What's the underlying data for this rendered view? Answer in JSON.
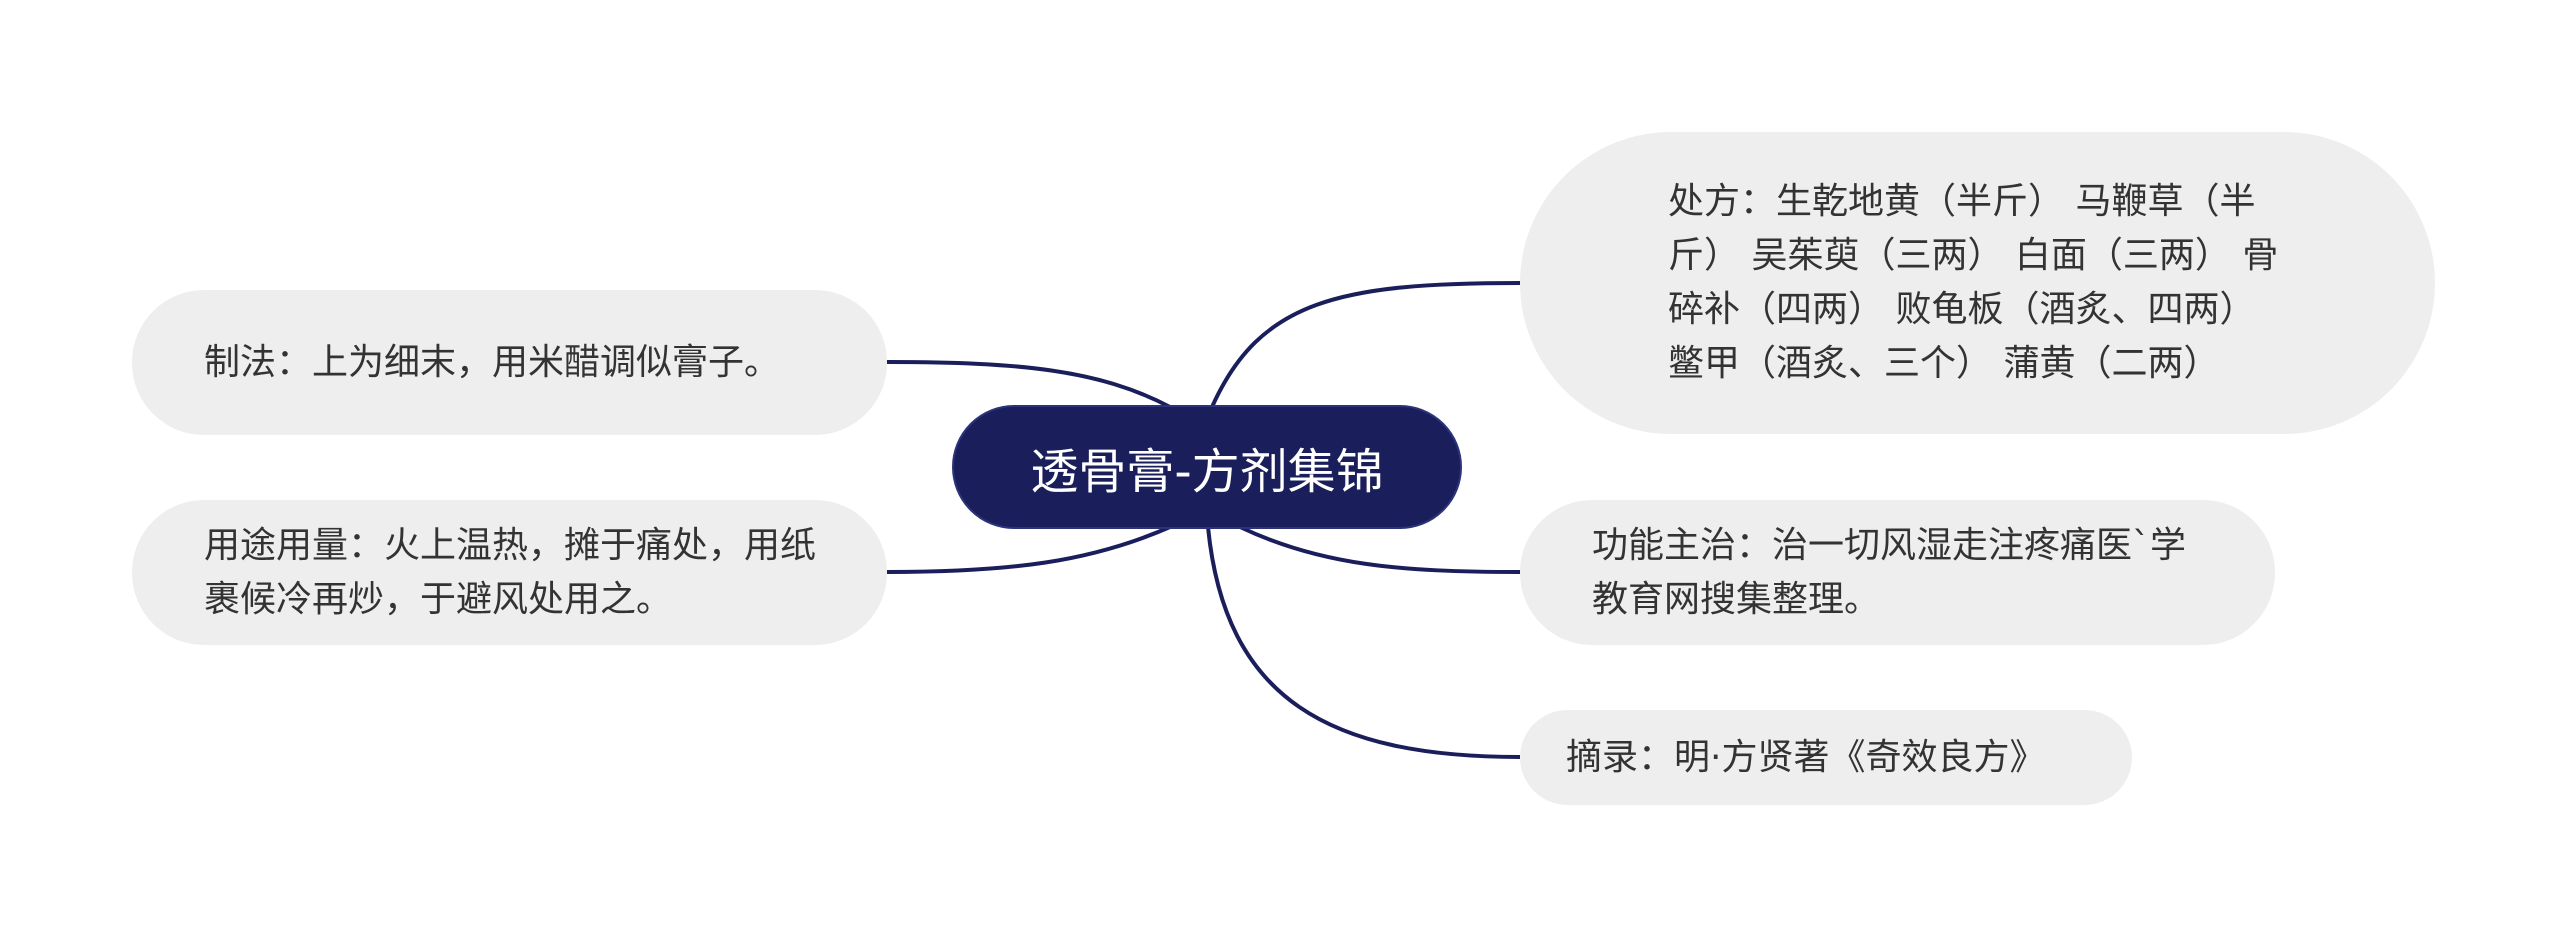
{
  "colors": {
    "root_fill": "#1a1f5c",
    "connector": "#1a1f5c",
    "node_fill": "#eeeeee",
    "node_text": "#333333"
  },
  "root": {
    "label": "透骨膏-方剂集锦"
  },
  "branches": {
    "zhifa": "制法：上为细末，用米醋调似膏子。",
    "yongtu": "用途用量：火上温热，摊于痛处，用纸裹候冷再炒，于避风处用之。",
    "chufang": "处方：生乾地黄（半斤） 马鞭草（半斤） 吴茱萸（三两） 白面（三两） 骨碎补（四两） 败龟板（酒炙、四两） 鳖甲（酒炙、三个） 蒲黄（二两）",
    "gongneng": "功能主治：治一切风湿走注疼痛医`学教育网搜集整理。",
    "zhailu": "摘录：明·方贤著《奇效良方》"
  }
}
